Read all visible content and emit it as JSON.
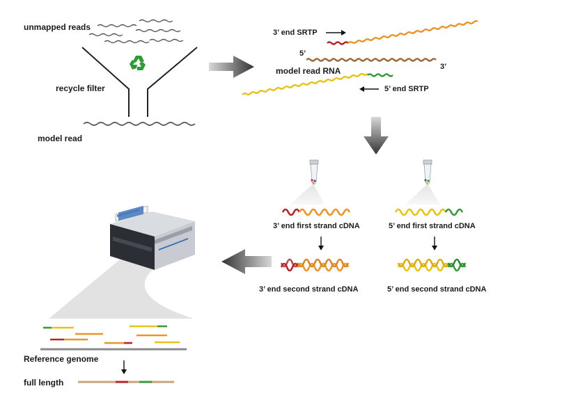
{
  "labels": {
    "unmapped_reads": "unmapped reads",
    "recycle_filter": "recycle filter",
    "model_read": "model read",
    "srtp_3": "3’ end SRTP",
    "five_prime": "5’",
    "three_prime": "3’",
    "model_read_rna": "model read RNA",
    "srtp_5": "5’ end SRTP",
    "first_strand_3": "3’ end first strand cDNA",
    "first_strand_5": "5’ end first strand cDNA",
    "second_strand_3": "3’ end second strand cDNA",
    "second_strand_5": "5’ end second strand cDNA",
    "reference_genome": "Reference genome",
    "full_length": "full length"
  },
  "icons": [
    "recycle-icon",
    "tube-icon",
    "sequencer-icon"
  ],
  "colors": {
    "red": "#b3262b",
    "orange": "#e8952a",
    "yellow": "#e7c21a",
    "brown": "#9a6a3c",
    "green": "#3a9a3a",
    "gray": "#555555",
    "tan": "#c8a27a"
  }
}
